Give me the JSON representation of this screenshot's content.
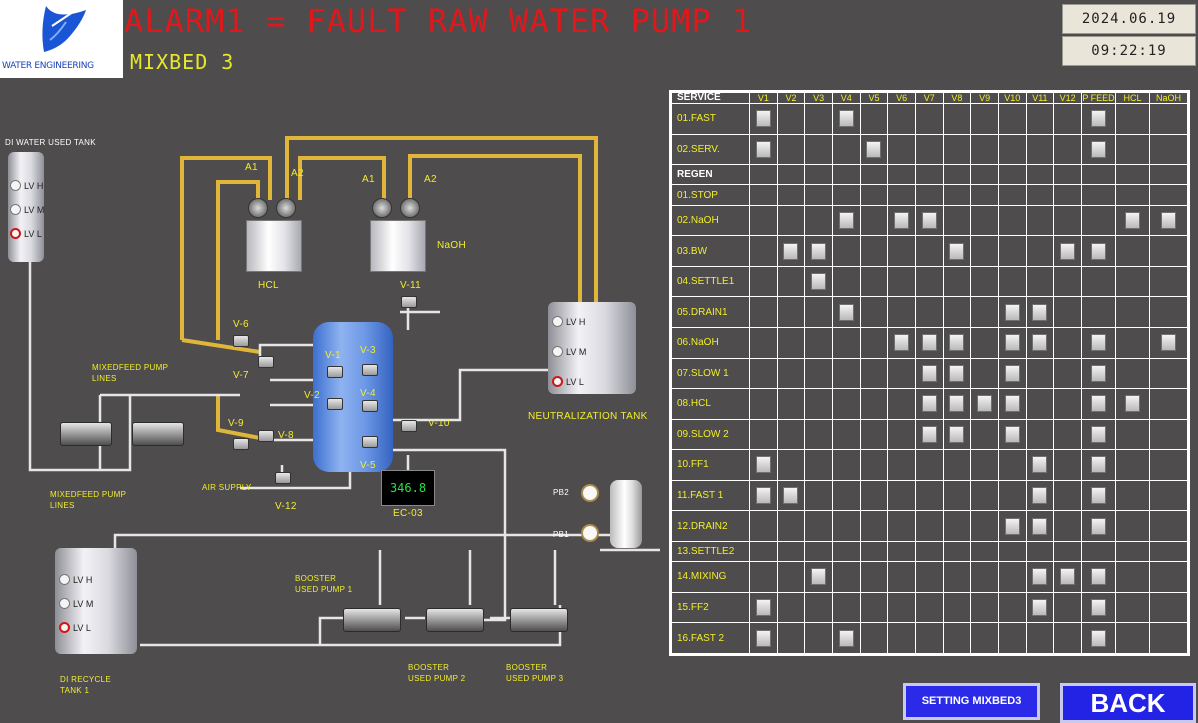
{
  "header": {
    "alarm": "ALARM1 = FAULT RAW WATER PUMP 1",
    "subtitle": "MIXBED 3",
    "logo_text": "WATER ENGINEERING",
    "date": "2024.06.19",
    "time": "09:22:19"
  },
  "diagram": {
    "di_tank_label": "DI WATER USED TANK",
    "neutral_tank_label": "NEUTRALIZATION TANK",
    "recycle_label_1": "DI RECYCLE",
    "recycle_label_2": "TANK 1",
    "levels": {
      "h": "LV H",
      "m": "LV M",
      "l": "LV L"
    },
    "hcl": "HCL",
    "naoh": "NaOH",
    "a1": "A1",
    "a2": "A2",
    "valves": {
      "v1": "V-1",
      "v2": "V-2",
      "v3": "V-3",
      "v4": "V-4",
      "v5": "V-5",
      "v6": "V-6",
      "v7": "V-7",
      "v8": "V-8",
      "v9": "V-9",
      "v10": "V-10",
      "v11": "V-11",
      "v12": "V-12"
    },
    "mixfeed_top_1": "MIXEDFEED PUMP",
    "mixfeed_top_2": "LINES",
    "mixfeed_bottom_1": "MIXEDFEED PUMP",
    "mixfeed_bottom_2": "LINES",
    "air_supply": "AIR SUPPLY",
    "ec_value": "346.8",
    "ec_label": "EC-03",
    "pb2": "PB2",
    "pb1": "PB1",
    "booster1_1": "BOOSTER",
    "booster1_2": "USED PUMP 1",
    "booster2_1": "BOOSTER",
    "booster2_2": "USED PUMP 2",
    "booster3_1": "BOOSTER",
    "booster3_2": "USED PUMP 3"
  },
  "table": {
    "columns": [
      "SERVICE",
      "V1",
      "V2",
      "V3",
      "V4",
      "V5",
      "V6",
      "V7",
      "V8",
      "V9",
      "V10",
      "V11",
      "V12",
      "P FEED",
      "HCL",
      "NaOH"
    ],
    "rows": [
      {
        "label": "01.FAST",
        "marks": [
          1,
          4,
          13
        ]
      },
      {
        "label": "02.SERV.",
        "marks": [
          1,
          5,
          13
        ]
      },
      {
        "label": "REGEN",
        "marks": [],
        "header": true
      },
      {
        "label": "01.STOP",
        "marks": []
      },
      {
        "label": "02.NaOH",
        "marks": [
          4,
          6,
          7,
          14,
          15
        ]
      },
      {
        "label": "03.BW",
        "marks": [
          2,
          3,
          8,
          12,
          13
        ]
      },
      {
        "label": "04.SETTLE1",
        "marks": [
          3
        ]
      },
      {
        "label": "05.DRAIN1",
        "marks": [
          4,
          10,
          11
        ]
      },
      {
        "label": "06.NaOH",
        "marks": [
          6,
          7,
          8,
          10,
          11,
          13,
          15
        ]
      },
      {
        "label": "07.SLOW 1",
        "marks": [
          7,
          8,
          10,
          13
        ]
      },
      {
        "label": "08.HCL",
        "marks": [
          7,
          8,
          9,
          10,
          13,
          14
        ]
      },
      {
        "label": "09.SLOW 2",
        "marks": [
          7,
          8,
          10,
          13
        ]
      },
      {
        "label": "10.FF1",
        "marks": [
          1,
          11,
          13
        ]
      },
      {
        "label": "11.FAST 1",
        "marks": [
          1,
          2,
          11,
          13
        ]
      },
      {
        "label": "12.DRAIN2",
        "marks": [
          10,
          11,
          13
        ]
      },
      {
        "label": "13.SETTLE2",
        "marks": []
      },
      {
        "label": "14.MIXING",
        "marks": [
          3,
          11,
          12,
          13
        ]
      },
      {
        "label": "15.FF2",
        "marks": [
          1,
          11,
          13
        ]
      },
      {
        "label": "16.FAST 2",
        "marks": [
          1,
          4,
          13
        ]
      }
    ]
  },
  "buttons": {
    "setting": "SETTING MIXBED3",
    "back": "BACK"
  },
  "colors": {
    "background": "#4e4c4c",
    "alarm": "#e0171b",
    "label": "#f2ee2a",
    "pipe_yellow": "#e0b63a",
    "pipe_white": "#e6e6e6",
    "vessel_blue": "#6d98e6",
    "button_blue": "#2323e6",
    "ec_display": "#28e04a"
  }
}
